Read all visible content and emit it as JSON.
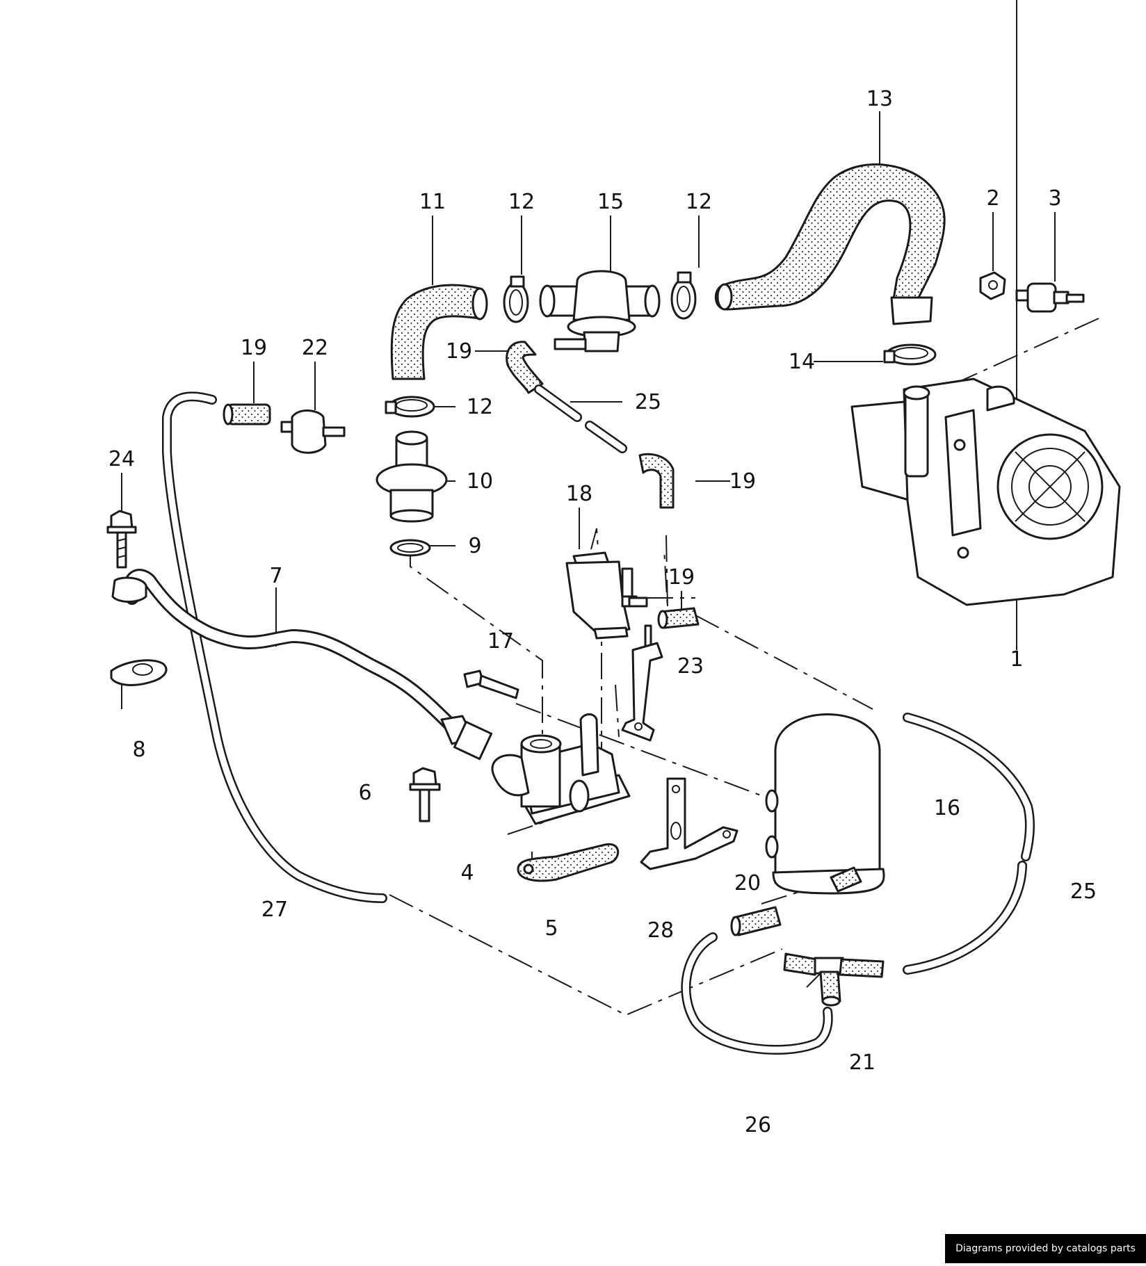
{
  "callouts": [
    {
      "id": "c13",
      "label": "13"
    },
    {
      "id": "c11",
      "label": "11"
    },
    {
      "id": "c12a",
      "label": "12"
    },
    {
      "id": "c15",
      "label": "15"
    },
    {
      "id": "c12b",
      "label": "12"
    },
    {
      "id": "c2",
      "label": "2"
    },
    {
      "id": "c3",
      "label": "3"
    },
    {
      "id": "c19a",
      "label": "19"
    },
    {
      "id": "c22",
      "label": "22"
    },
    {
      "id": "c19b",
      "label": "19"
    },
    {
      "id": "c14",
      "label": "14"
    },
    {
      "id": "c12c",
      "label": "12"
    },
    {
      "id": "c25a",
      "label": "25"
    },
    {
      "id": "c24",
      "label": "24"
    },
    {
      "id": "c10",
      "label": "10"
    },
    {
      "id": "c18",
      "label": "18"
    },
    {
      "id": "c19c",
      "label": "19"
    },
    {
      "id": "c9",
      "label": "9"
    },
    {
      "id": "c7",
      "label": "7"
    },
    {
      "id": "c19d",
      "label": "19"
    },
    {
      "id": "c1",
      "label": "1"
    },
    {
      "id": "c17",
      "label": "17"
    },
    {
      "id": "c23",
      "label": "23"
    },
    {
      "id": "c8",
      "label": "8"
    },
    {
      "id": "c6",
      "label": "6"
    },
    {
      "id": "c16",
      "label": "16"
    },
    {
      "id": "c4",
      "label": "4"
    },
    {
      "id": "c25b",
      "label": "25"
    },
    {
      "id": "c20",
      "label": "20"
    },
    {
      "id": "c27",
      "label": "27"
    },
    {
      "id": "c5",
      "label": "5"
    },
    {
      "id": "c28",
      "label": "28"
    },
    {
      "id": "c21",
      "label": "21"
    },
    {
      "id": "c26",
      "label": "26"
    }
  ],
  "footer": {
    "text": "Diagrams provided by catalogs parts"
  }
}
